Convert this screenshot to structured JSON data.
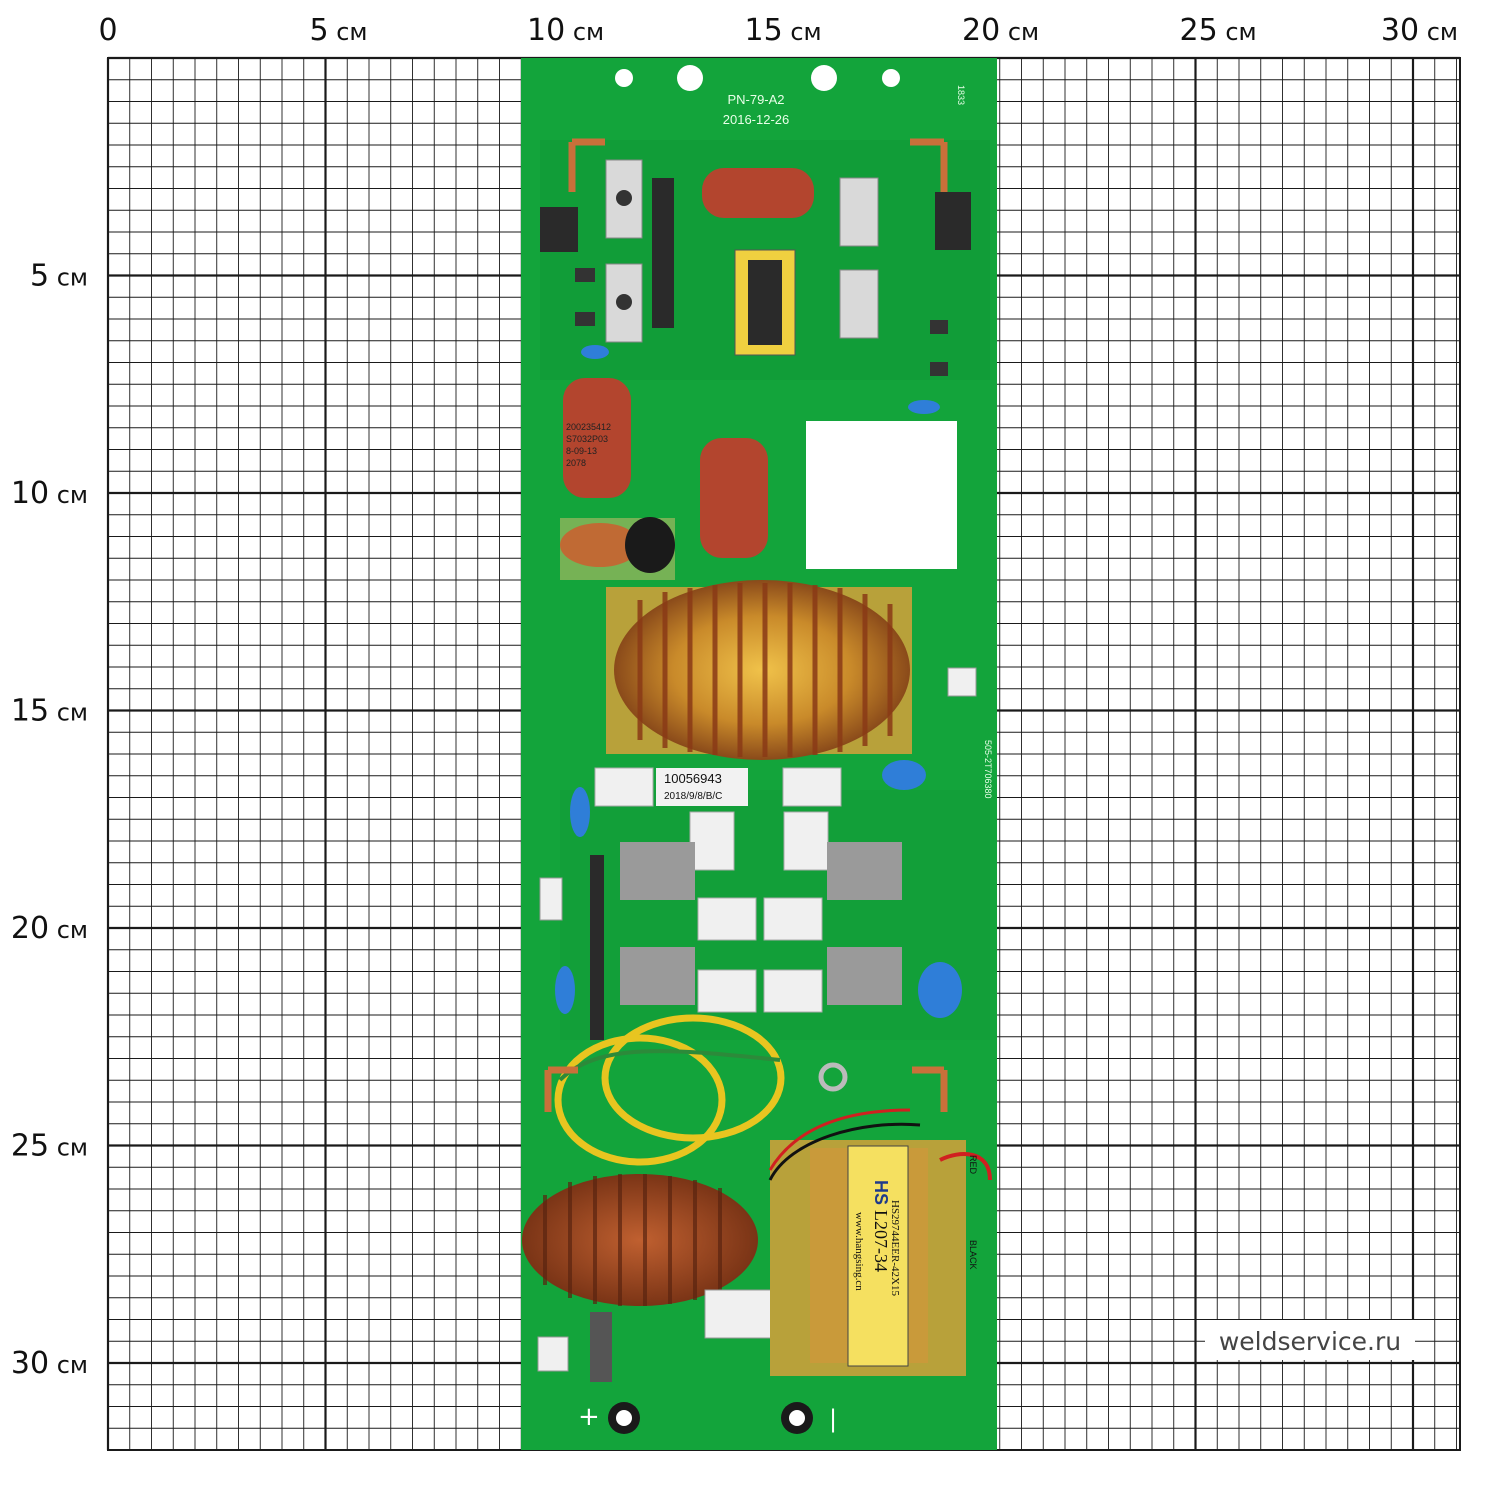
{
  "ruler": {
    "unit": "см",
    "top_labels": [
      "0",
      "5",
      "10",
      "15",
      "20",
      "25",
      "30"
    ],
    "left_labels": [
      "5",
      "10",
      "15",
      "20",
      "25",
      "30"
    ]
  },
  "board": {
    "model_label": "PN-79-A2",
    "date_label": "2016-12-26",
    "corner_code": "1833",
    "sticker_code": "10056943",
    "sticker_date": "2018/9/8/B/C",
    "side_code": "505-2T706380",
    "capacitor_codes": [
      "200235412",
      "S7032P03",
      "8-09-13",
      "2078"
    ],
    "transformer_brand": "HS",
    "transformer_lines": [
      "HS29744EER-42X15",
      "L207-34",
      "www.hangsing.cn"
    ],
    "wire_label_red": "RED",
    "wire_label_black": "BLACK",
    "terminal_plus": "+",
    "terminal_minus": "|"
  },
  "watermark": "weldservice.ru",
  "colors": {
    "pcb": "#13a43b",
    "pcb_dark": "#0e8a30",
    "grid": "#1a1a1a",
    "copper": "#b35a2a",
    "capacitor_red": "#b3452e"
  }
}
